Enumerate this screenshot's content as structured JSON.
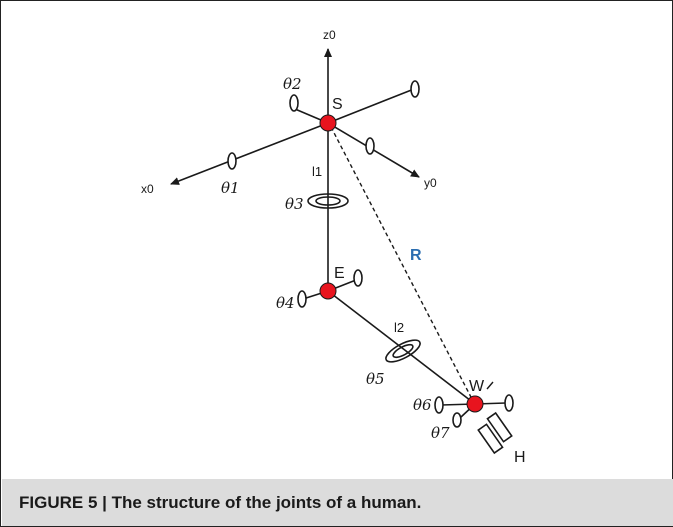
{
  "figure": {
    "caption": "FIGURE 5 | The structure of the joints of a human."
  },
  "labels": {
    "z0": "z0",
    "x0": "x0",
    "y0": "y0",
    "shoulder": "S",
    "elbow": "E",
    "wrist": "W",
    "hand": "H",
    "l1": "l1",
    "l2": "l2",
    "r": "R",
    "theta1": "θ1",
    "theta2": "θ2",
    "theta3": "θ3",
    "theta4": "θ4",
    "theta5": "θ5",
    "theta6": "θ6",
    "theta7": "θ7"
  },
  "colors": {
    "joint": "#e8141e",
    "r_label": "#2a6db0",
    "caption_band": "#dcdcdc",
    "ink": "#1a1a1a"
  }
}
